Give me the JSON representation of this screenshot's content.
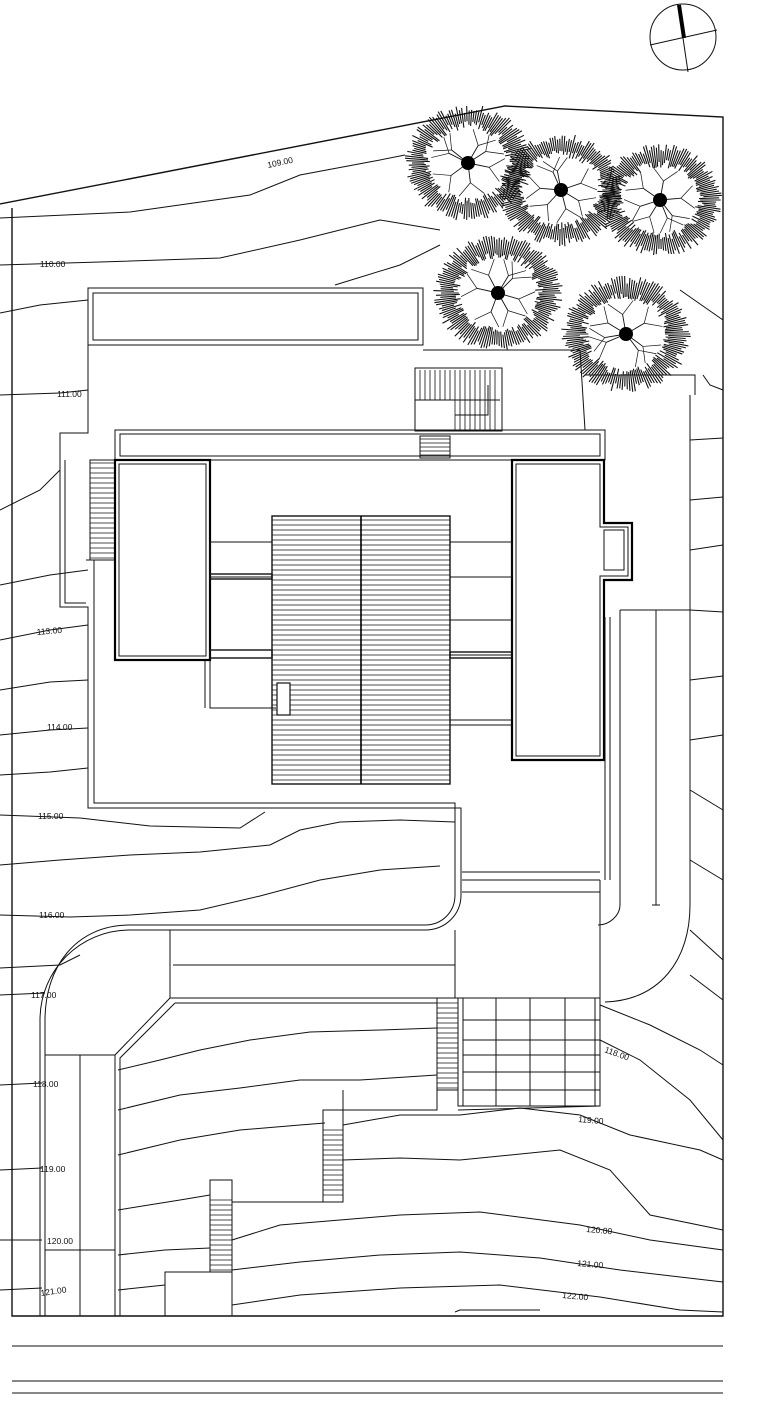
{
  "contours": [
    {
      "id": "c109",
      "label": "109.00"
    },
    {
      "id": "c110",
      "label": "110.00"
    },
    {
      "id": "c111",
      "label": "111.00"
    },
    {
      "id": "c113",
      "label": "113.00"
    },
    {
      "id": "c114",
      "label": "114.00"
    },
    {
      "id": "c115",
      "label": "115.00"
    },
    {
      "id": "c116",
      "label": "116.00"
    },
    {
      "id": "c117",
      "label": "117.00"
    },
    {
      "id": "c118l",
      "label": "118.00"
    },
    {
      "id": "c118r",
      "label": "118.00"
    },
    {
      "id": "c119l",
      "label": "119.00"
    },
    {
      "id": "c119r",
      "label": "119.00"
    },
    {
      "id": "c120l",
      "label": "120.00"
    },
    {
      "id": "c120r",
      "label": "120.00"
    },
    {
      "id": "c121l",
      "label": "121.00"
    },
    {
      "id": "c121r",
      "label": "121.00"
    },
    {
      "id": "c122",
      "label": "122.00"
    }
  ],
  "colors": {
    "line": "#111111",
    "background": "#ffffff"
  }
}
